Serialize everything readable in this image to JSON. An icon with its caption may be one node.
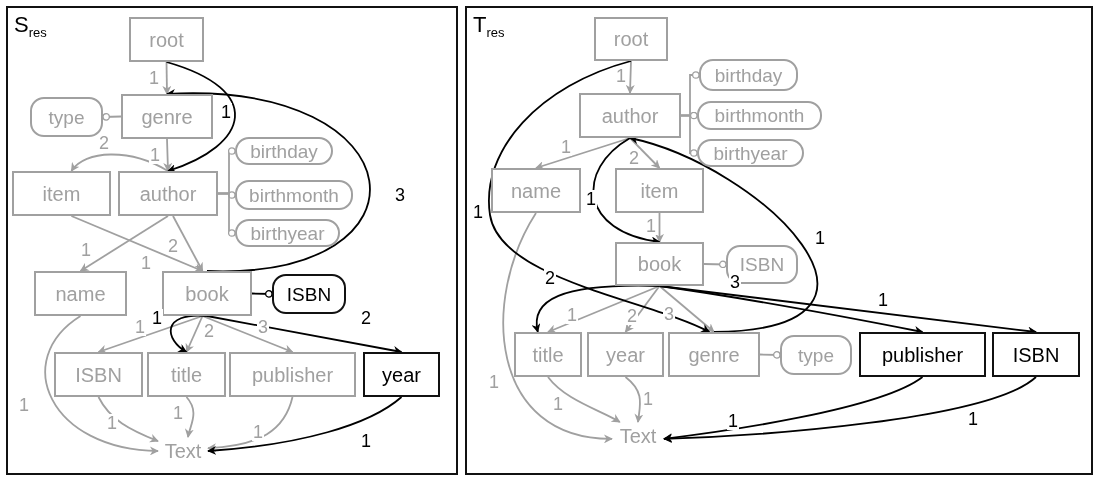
{
  "diagram": {
    "nodes": [
      {
        "text": [
          "S$_{res}$"
        ]
      },
      {
        "text": [
          "root"
        ],
        "in": 0
      },
      {
        "text": [
          "type"
        ],
        "in": 0
      },
      {
        "text": [
          "genre"
        ],
        "in": 0
      },
      {
        "text": [
          "item"
        ],
        "in": 0
      },
      {
        "text": [
          "author"
        ],
        "in": 0
      },
      {
        "text": [
          "birthday"
        ],
        "in": 0
      },
      {
        "text": [
          "birthmonth"
        ],
        "in": 0
      },
      {
        "text": [
          "birthyear"
        ],
        "in": 0
      },
      {
        "text": [
          "name"
        ],
        "in": 0
      },
      {
        "text": [
          "book"
        ],
        "in": 0
      },
      {
        "text": [
          "ISBN"
        ],
        "in": 0
      },
      {
        "text": [
          "ISBN"
        ],
        "in": 0
      },
      {
        "text": [
          "title"
        ],
        "in": 0
      },
      {
        "text": [
          "publisher"
        ],
        "in": 0
      },
      {
        "text": [
          "year"
        ],
        "in": 0
      },
      {
        "text": [
          "Text"
        ],
        "in": 0
      },
      {
        "text": [
          "T$_{res}$"
        ]
      },
      {
        "text": [
          "root"
        ],
        "in": 17
      },
      {
        "text": [
          "author"
        ],
        "in": 17
      },
      {
        "text": [
          "birthday"
        ],
        "in": 17
      },
      {
        "text": [
          "birthmonth"
        ],
        "in": 17
      },
      {
        "text": [
          "birthyear"
        ],
        "in": 17
      },
      {
        "text": [
          "name"
        ],
        "in": 17
      },
      {
        "text": [
          "item"
        ],
        "in": 17
      },
      {
        "text": [
          "book"
        ],
        "in": 17
      },
      {
        "text": [
          "ISBN"
        ],
        "in": 17
      },
      {
        "text": [
          "title"
        ],
        "in": 17
      },
      {
        "text": [
          "year"
        ],
        "in": 17
      },
      {
        "text": [
          "genre"
        ],
        "in": 17
      },
      {
        "text": [
          "type"
        ],
        "in": 17
      },
      {
        "text": [
          "publisher"
        ],
        "in": 17
      },
      {
        "text": [
          "ISBN"
        ],
        "in": 17
      },
      {
        "text": [
          "Text"
        ],
        "in": 17
      }
    ],
    "edges": [
      {
        "from": 1,
        "to": 3,
        "arrow": "to",
        "label": "1"
      },
      {
        "from": 3,
        "to": 5,
        "arrow": "to",
        "label": "1"
      },
      {
        "from": 5,
        "to": 4,
        "arrow": "to",
        "label": "2"
      },
      {
        "from": 5,
        "to": 9,
        "arrow": "to",
        "label": "1"
      },
      {
        "from": 5,
        "to": 10,
        "arrow": "to",
        "label": "2"
      },
      {
        "from": 4,
        "to": 10,
        "arrow": "to",
        "label": "1"
      },
      {
        "from": 10,
        "to": 12,
        "arrow": "to",
        "label": "1"
      },
      {
        "from": 10,
        "to": 13,
        "arrow": "to",
        "label": "2"
      },
      {
        "from": 10,
        "to": 14,
        "arrow": "to",
        "label": "3"
      },
      {
        "from": 9,
        "to": 16,
        "arrow": "to",
        "label": "1"
      },
      {
        "from": 12,
        "to": 16,
        "arrow": "to",
        "label": "1"
      },
      {
        "from": 13,
        "to": 16,
        "arrow": "to",
        "label": "1"
      },
      {
        "from": 14,
        "to": 16,
        "arrow": "to",
        "label": "1"
      },
      {
        "from": 15,
        "to": 16,
        "arrow": "to",
        "label": "1",
        "color": "#000000"
      },
      {
        "from": 1,
        "to": 5,
        "arrow": "to",
        "label": "1",
        "color": "#000000"
      },
      {
        "from": 10,
        "to": 3,
        "arrow": "to",
        "label": "3",
        "color": "#000000"
      },
      {
        "from": 10,
        "to": 13,
        "arrow": "to",
        "label": "1",
        "color": "#000000"
      },
      {
        "from": 10,
        "to": 15,
        "arrow": "to",
        "label": "2",
        "color": "#000000"
      },
      {
        "from": 3,
        "to": 2,
        "arrow": "other"
      },
      {
        "from": 5,
        "to": 6,
        "arrow": "other"
      },
      {
        "from": 5,
        "to": 7,
        "arrow": "other"
      },
      {
        "from": 5,
        "to": 8,
        "arrow": "other"
      },
      {
        "from": 10,
        "to": 11,
        "arrow": "other",
        "color": "#000000"
      },
      {
        "from": 18,
        "to": 19,
        "arrow": "to",
        "label": "1"
      },
      {
        "from": 19,
        "to": 23,
        "arrow": "to",
        "label": "1"
      },
      {
        "from": 19,
        "to": 24,
        "arrow": "to",
        "label": "2"
      },
      {
        "from": 24,
        "to": 25,
        "arrow": "to",
        "label": "1"
      },
      {
        "from": 25,
        "to": 27,
        "arrow": "to",
        "label": "1"
      },
      {
        "from": 25,
        "to": 28,
        "arrow": "to",
        "label": "2"
      },
      {
        "from": 25,
        "to": 29,
        "arrow": "to",
        "label": "3"
      },
      {
        "from": 23,
        "to": 33,
        "arrow": "to",
        "label": "1"
      },
      {
        "from": 27,
        "to": 33,
        "arrow": "to",
        "label": "1"
      },
      {
        "from": 28,
        "to": 33,
        "arrow": "to",
        "label": "1"
      },
      {
        "from": 18,
        "to": 29,
        "arrow": "to",
        "label": "1",
        "color": "#000000"
      },
      {
        "from": 29,
        "to": 19,
        "arrow": "to",
        "label": "1",
        "color": "#000000"
      },
      {
        "from": 19,
        "to": 25,
        "arrow": "to",
        "label": "1",
        "color": "#000000"
      },
      {
        "from": 25,
        "to": 27,
        "arrow": "to",
        "label": "2",
        "color": "#000000"
      },
      {
        "from": 25,
        "to": 31,
        "arrow": "to",
        "label": "3",
        "color": "#000000"
      },
      {
        "from": 25,
        "to": 32,
        "arrow": "to",
        "label": "1",
        "color": "#000000"
      },
      {
        "from": 31,
        "to": 33,
        "arrow": "to",
        "label": "1",
        "color": "#000000"
      },
      {
        "from": 32,
        "to": 33,
        "arrow": "to",
        "label": "1",
        "color": "#000000"
      },
      {
        "from": 19,
        "to": 20,
        "arrow": "other"
      },
      {
        "from": 19,
        "to": 21,
        "arrow": "other"
      },
      {
        "from": 19,
        "to": 22,
        "arrow": "other"
      },
      {
        "from": 25,
        "to": 26,
        "arrow": "other"
      },
      {
        "from": 29,
        "to": 30,
        "arrow": "other"
      }
    ]
  }
}
